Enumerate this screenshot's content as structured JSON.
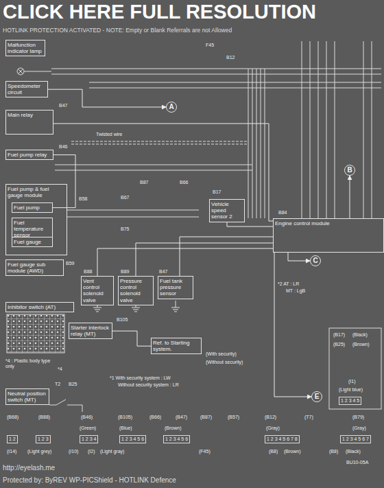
{
  "diagram": {
    "nodes": [
      {
        "text": [
          "Malfunction indicator lamp"
        ]
      },
      {
        "text": [
          "Speedometer circuit"
        ]
      },
      {
        "text": [
          "Main relay"
        ]
      },
      {
        "text": [
          "Fuel pump relay"
        ]
      },
      {
        "text": [
          "Fuel pump & fuel gauge module"
        ]
      },
      {
        "text": [
          "Fuel pump"
        ],
        "in": 4
      },
      {
        "text": [
          "Fuel temperature sensor"
        ],
        "in": 4
      },
      {
        "text": [
          "Fuel gauge"
        ],
        "in": 4
      },
      {
        "text": [
          "Fuel gauge sub module (AWD)"
        ]
      },
      {
        "text": [
          "Vent control solenoid valve"
        ]
      },
      {
        "text": [
          "Pressure control solenoid valve"
        ]
      },
      {
        "text": [
          "Fuel tank pressure sensor"
        ]
      },
      {
        "text": [
          "Vehicle speed sensor 2"
        ]
      },
      {
        "text": [
          "Engine control module"
        ]
      },
      {
        "text": [
          "Inhibitor switch (AT)"
        ]
      },
      {
        "text": [
          "Starter interlock relay (MT)"
        ]
      },
      {
        "text": [
          "Ref. to Starting system."
        ]
      },
      {
        "text": [
          "Neutral position switch (MT)"
        ]
      },
      {
        "text": [
          "A"
        ]
      },
      {
        "text": [
          "B"
        ]
      },
      {
        "text": [
          "C"
        ]
      },
      {
        "text": [
          "E"
        ]
      }
    ],
    "edges": [
      {
        "from": 1,
        "to": 18,
        "arrow": "to"
      },
      {
        "from": 13,
        "to": 19,
        "arrow": "to"
      },
      {
        "from": 13,
        "to": 20,
        "arrow": "to"
      },
      {
        "from": 13,
        "to": 21,
        "arrow": "to"
      },
      {
        "from": 3,
        "to": 5,
        "arrow": "none"
      },
      {
        "from": 13,
        "to": 12,
        "arrow": "none"
      },
      {
        "from": 13,
        "to": 11,
        "arrow": "none"
      },
      {
        "from": 13,
        "to": 10,
        "arrow": "none"
      },
      {
        "from": 13,
        "to": 9,
        "arrow": "none"
      },
      {
        "from": 15,
        "to": 16,
        "arrow": "none"
      },
      {
        "from": 2,
        "to": 13,
        "arrow": "none"
      }
    ],
    "labels": [
      "CLICK HERE FULL RESOLUTION",
      "HOTLINK PROTECTION ACTIVATED - NOTE: Empty or Blank Referrals are not Allowed",
      "F45",
      "B12",
      "B47",
      "Twisted wire",
      "B46",
      "B87",
      "B66",
      "B17",
      "B58",
      "B67",
      "B75",
      "B59",
      "B84",
      "B88",
      "B89",
      "B47",
      "*2 AT : LR",
      "MT : LgB",
      "B105",
      "*4",
      "*4 : Plastic body type only",
      "(With security)",
      "(Without security)",
      "*1 With security system : LW",
      "Without security system : LR",
      "T2",
      "B25",
      "(B17)",
      "(Black)",
      "(B25)",
      "(Brown)",
      "(I1)",
      "(Light blue)",
      "1 2 3 4 5",
      "(B68)",
      "(B88)",
      "(B46)",
      "(B105)",
      "(B66)",
      "(B47)",
      "(B87)",
      "(B57)",
      "(B12)",
      "(T7)",
      "(B79)",
      "(Green)",
      "(Blue)",
      "(Brown)",
      "(Gray)",
      "(Gray)",
      "1 2",
      "1 2 3",
      "1 2 3 4",
      "1 2 3 4 5 6",
      "1 2 3 4 5 6",
      "1 2 3 4 5 6 7 8",
      "1 2 3 4 5 6 7",
      "(I14)",
      "(Light grey)",
      "(I10)",
      "(I2)",
      "(Light gray)",
      "(F45)",
      "(B8)",
      "(Brown)",
      "(B8)",
      "(Black)",
      "BU10-05A",
      "http://eyelash.me",
      "Protected by: ByREV WP-PICShield - HOTLINK Defence"
    ]
  }
}
